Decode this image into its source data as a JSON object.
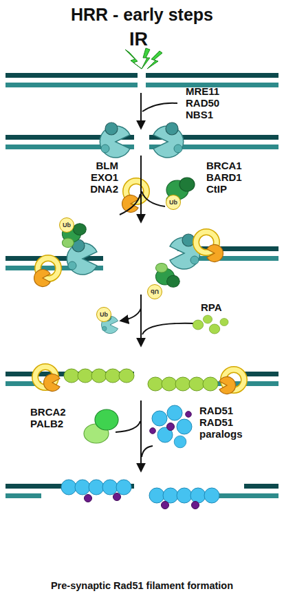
{
  "diagram": {
    "title": "HRR - early steps",
    "caption": "Pre-synaptic Rad51 filament formation",
    "labels": [
      "IR",
      "MRE11 RAD50 NBS1",
      "BLM EXO1 DNA2",
      "BRCA1 BARD1 CtIP",
      "Ub",
      "Ub",
      "Ub",
      "RPA",
      "Ub",
      "BRCA2 PALB2",
      "RAD51 RAD51 paralogs"
    ]
  }
}
